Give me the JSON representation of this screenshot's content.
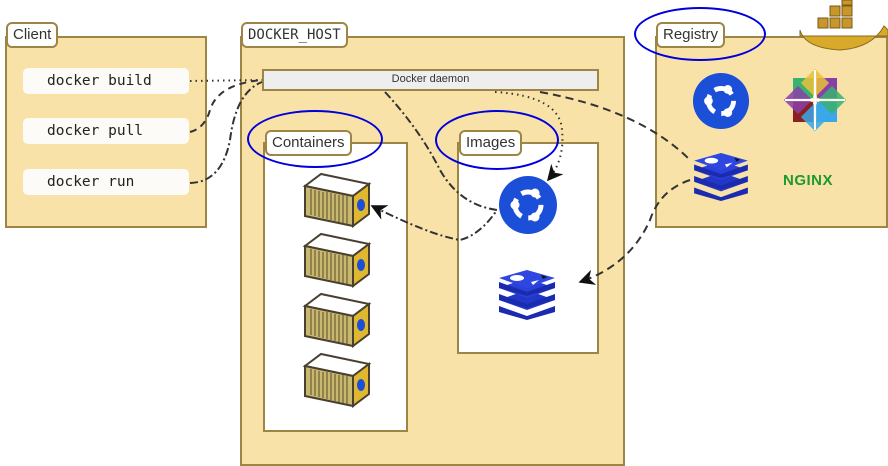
{
  "client": {
    "title": "Client",
    "commands": [
      "docker build",
      "docker pull",
      "docker run"
    ]
  },
  "docker_host": {
    "title": "DOCKER_HOST",
    "daemon_label": "Docker daemon",
    "containers": {
      "title": "Containers",
      "count": 4
    },
    "images": {
      "title": "Images",
      "items": [
        "ubuntu-icon",
        "redis-icon"
      ]
    }
  },
  "registry": {
    "title": "Registry",
    "items": [
      "ubuntu-icon",
      "centos-icon",
      "redis-icon",
      "nginx-logo"
    ],
    "nginx_label": "NGINX"
  },
  "highlight_color": "#0000dd",
  "panel_color": "#f8e2a8"
}
